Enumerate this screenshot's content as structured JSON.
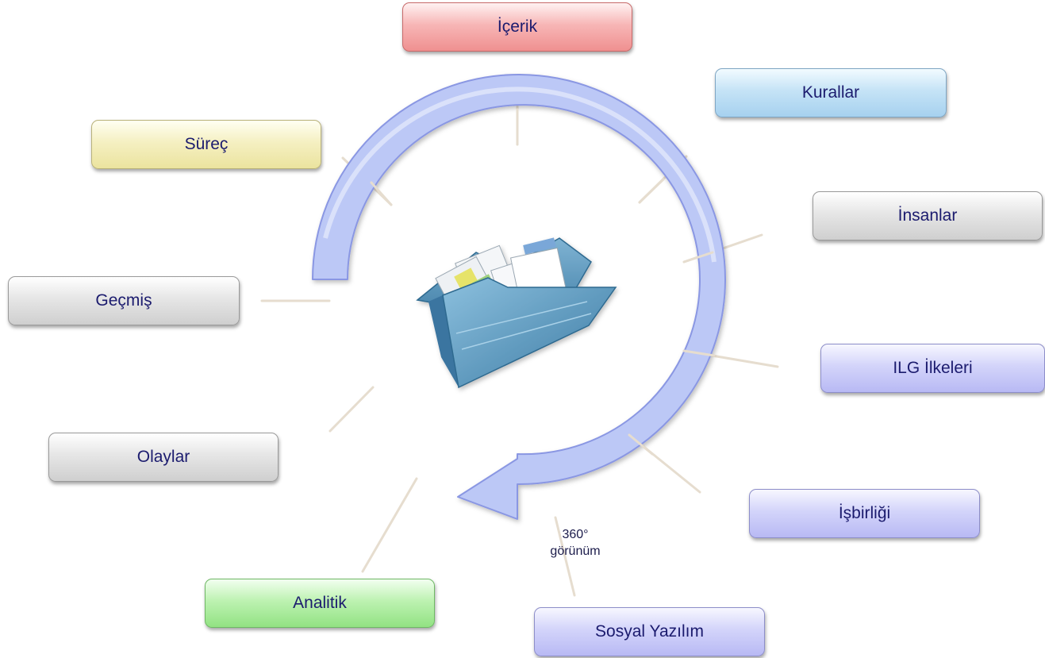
{
  "nodes": {
    "icerik": "İçerik",
    "kurallar": "Kurallar",
    "insanlar": "İnsanlar",
    "ilg_ilkeleri": "ILG İlkeleri",
    "isbirligi": "İşbirliği",
    "sosyal_yazilim": "Sosyal Yazılım",
    "analitik": "Analitik",
    "olaylar": "Olaylar",
    "gecmis": "Geçmiş",
    "surec": "Süreç"
  },
  "center_caption": {
    "line1": "360°",
    "line2": "görünüm"
  },
  "icons": {
    "center": "folder-with-documents-icon",
    "cycle": "circular-arrow-icon"
  },
  "colors": {
    "arrow_fill": "#bcc8f6",
    "arrow_stroke": "#8a97e3",
    "connector": "#e6ddcf",
    "node_text": "#1b1b6e",
    "folder_blue": "#4f8db3"
  }
}
